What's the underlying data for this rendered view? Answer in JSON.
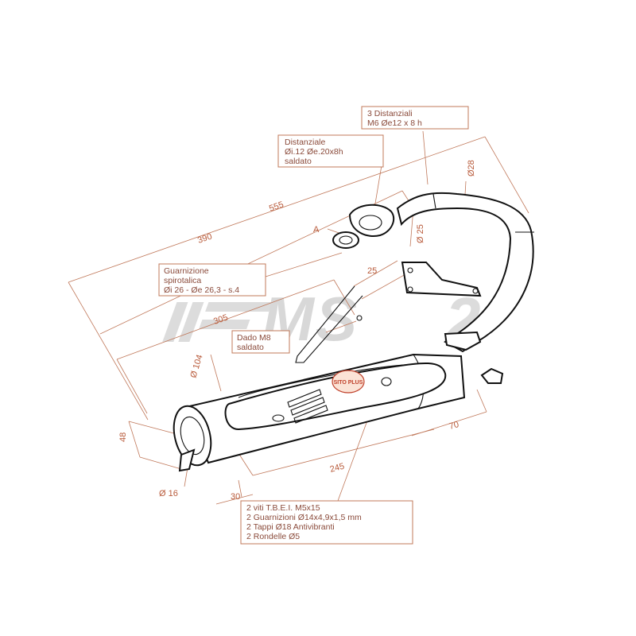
{
  "watermark": "MS",
  "logo_text": "SITO PLUS",
  "point_letter": "A",
  "dimensions": {
    "d555": "555",
    "d390": "390",
    "d305": "305",
    "d245": "245",
    "d70": "70",
    "d30": "30",
    "d25": "25",
    "d48": "48",
    "d_o16": "Ø 16",
    "d_o25": "Ø 25",
    "d_o28": "Ø28",
    "d_o104": "Ø 104"
  },
  "labels": {
    "distanziali_3": [
      "3 Distanziali",
      "M6 Øe12 x 8 h"
    ],
    "distanziale": [
      "Distanziale",
      "Øi.12  Øe.20x8h",
      "saldato"
    ],
    "guarnizione": [
      "Guarnizione",
      "spirotalica",
      "Øi 26 - Øe 26,3 - s.4"
    ],
    "dado": [
      "Dado M8",
      "saldato"
    ],
    "kit": [
      "2 viti T.B.E.I. M5x15",
      "2 Guarnizioni Ø14x4,9x1,5 mm",
      "2 Tappi Ø18 Antivibranti",
      "2 Rondelle Ø5"
    ]
  },
  "colors": {
    "dimension": "#b85a3a",
    "outline": "#111111",
    "watermark": "#d8d8d8"
  }
}
